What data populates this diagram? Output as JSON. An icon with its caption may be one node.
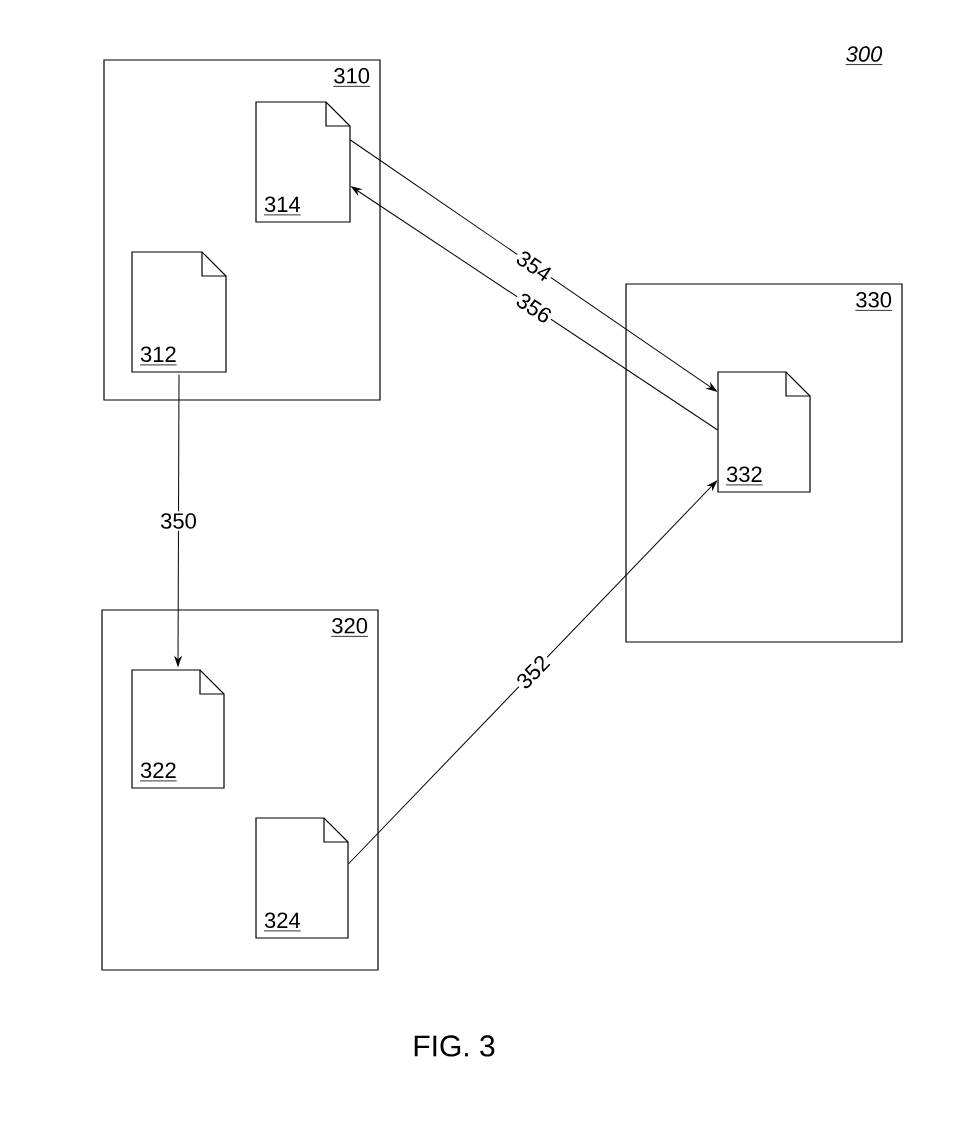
{
  "diagram": {
    "caption": "FIG. 3",
    "nodes": [
      {
        "text": [
          "310"
        ]
      },
      {
        "text": [
          "314"
        ],
        "in": 0
      },
      {
        "text": [
          "312"
        ],
        "in": 0
      },
      {
        "text": [
          "320"
        ]
      },
      {
        "text": [
          "322"
        ],
        "in": 3
      },
      {
        "text": [
          "324"
        ],
        "in": 3
      },
      {
        "text": [
          "330"
        ]
      },
      {
        "text": [
          "332"
        ],
        "in": 6
      }
    ],
    "edges": [
      {
        "from": 2,
        "to": 4,
        "arrow": "to",
        "label": "350"
      },
      {
        "from": 1,
        "to": 7,
        "arrow": "to",
        "label": "354"
      },
      {
        "from": 7,
        "to": 1,
        "arrow": "to",
        "label": "356"
      },
      {
        "from": 5,
        "to": 7,
        "arrow": "to",
        "label": "352"
      }
    ],
    "labels": [
      "300"
    ]
  }
}
